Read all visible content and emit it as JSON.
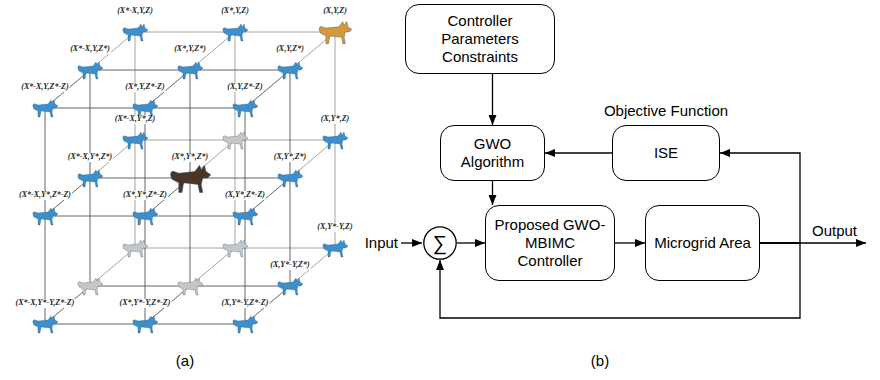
{
  "diagram": {
    "nodes": [
      {
        "text": [
          "Controller Parameters Constraints"
        ]
      },
      {
        "text": [
          "GWO Algorithm"
        ]
      },
      {
        "text": [
          "Objective Function",
          "ISE"
        ]
      },
      {
        "text": [
          "∑"
        ]
      },
      {
        "text": [
          "Proposed GWO-MBIMC Controller"
        ]
      },
      {
        "text": [
          "Microgrid Area"
        ]
      }
    ],
    "edges": [
      {
        "from": 0,
        "to": 1,
        "arrow": "to"
      },
      {
        "from": 2,
        "to": 1,
        "arrow": "to"
      },
      {
        "from": 1,
        "to": 4,
        "arrow": "to"
      },
      {
        "from": 3,
        "to": 4,
        "arrow": "to"
      },
      {
        "from": 4,
        "to": 5,
        "arrow": "to"
      },
      {
        "from": 5,
        "to": 2,
        "arrow": "to"
      },
      {
        "from": 5,
        "to": 3,
        "arrow": "to"
      }
    ],
    "labels": [
      "(X*-X,Y,Z)",
      "(X*,Y,Z)",
      "(X,Y,Z)",
      "(X*-X,Y,Z*)",
      "(X*,Y,Z*)",
      "(X,Y,Z*)",
      "(X*-X,Y,Z*-Z)",
      "(X*,Y,Z*-Z)",
      "(X,Y,Z*-Z)",
      "(X*-X,Y*,Z)",
      "(X,Y*,Z)",
      "(X*-X,Y*,Z*)",
      "(X*,Y*,Z*)",
      "(X,Y*,Z*)",
      "(X*-X,Y*,Z*-Z)",
      "(X*,Y*,Z*-Z)",
      "(X,Y*,Z*-Z)",
      "(X,Y*-Y,Z)",
      "(X,Y*-Y,Z*)",
      "(X*-X,Y*-Y,Z*-Z)",
      "(X*,Y*-Y,Z*-Z)",
      "(X,Y*-Y,Z*-Z)",
      "Input",
      "Output",
      "(a)",
      "(b)"
    ]
  }
}
